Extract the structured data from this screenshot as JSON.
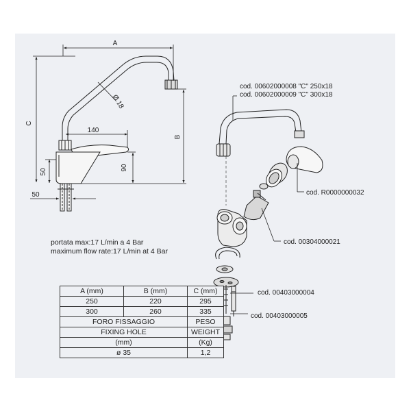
{
  "dimensions": {
    "a": "A",
    "b": "B",
    "c": "C",
    "d140": "140",
    "d90": "90",
    "d50_vertical": "50",
    "d50_horizontal": "50",
    "diameter": "Ø 18"
  },
  "codes": {
    "spout_250": "cod. 00602000008 \"C\" 250x18",
    "spout_300": "cod. 00602000009 \"C\" 300x18",
    "handle": "cod. R0000000032",
    "cartridge": "cod. 00304000021",
    "part_4": "cod. 00403000004",
    "part_5": "cod. 00403000005"
  },
  "flow": {
    "italian": "portata max:17 L/min a 4 Bar",
    "english": "maximum flow rate:17 L/min at 4 Bar"
  },
  "table": {
    "headers": [
      "A (mm)",
      "B (mm)",
      "C (mm)"
    ],
    "rows": [
      [
        "250",
        "220",
        "295"
      ],
      [
        "300",
        "260",
        "335"
      ]
    ],
    "hole_label_1": "FORO FISSAGGIO",
    "hole_label_2": "FIXING HOLE",
    "hole_unit": "(mm)",
    "weight_label_1": "PESO",
    "weight_label_2": "WEIGHT",
    "weight_unit": "(Kg)",
    "hole_value": "ø 35",
    "weight_value": "1,2"
  }
}
